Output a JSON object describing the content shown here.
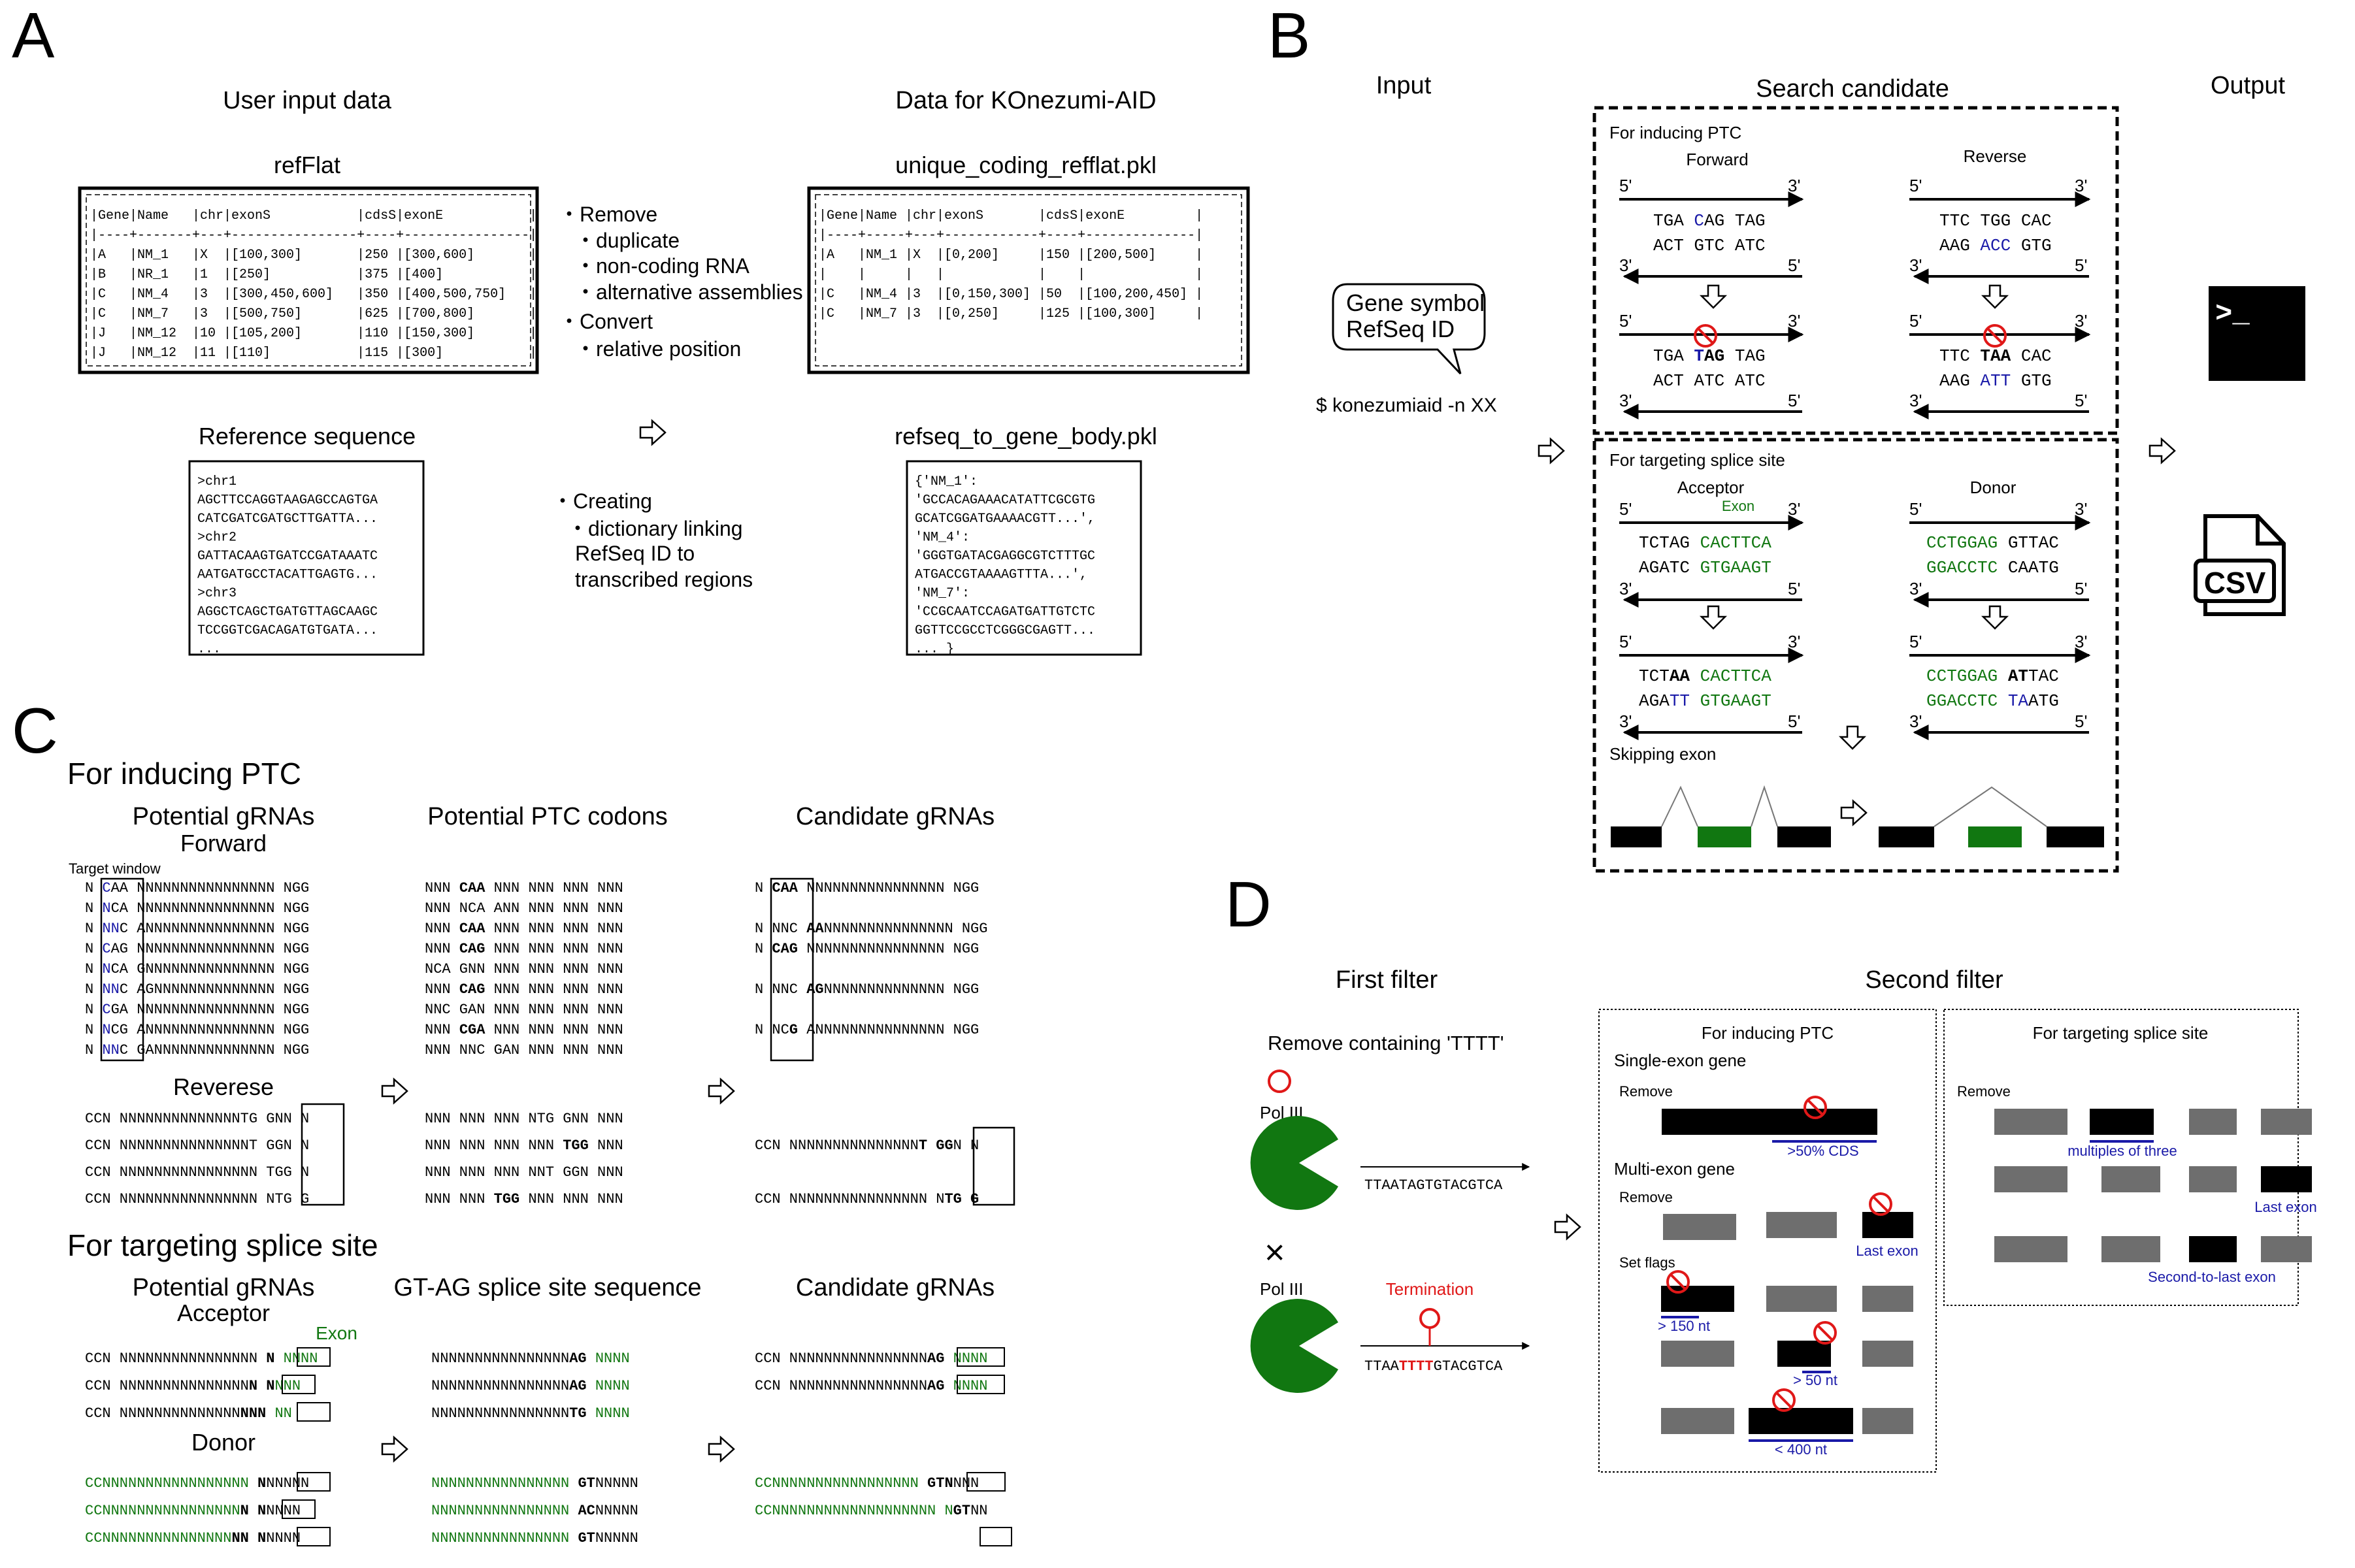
{
  "colors": {
    "black": "#000000",
    "green": "#117711",
    "blue": "#1a1aa8",
    "red": "#e01818",
    "gray": "#6e6e6e"
  },
  "panelA": {
    "label": "A",
    "user_input_title": "User input data",
    "data_title": "Data for KOnezumi-AID",
    "refflat_title": "refFlat",
    "unique_title": "unique_coding_refflat.pkl",
    "ref_title": "Reference sequence",
    "gene_body_title": "refseq_to_gene_body.pkl",
    "refflat_lines": [
      "|Gene|Name   |chr|exonS           |cdsS|exonE           |",
      "|----+-------+---+----------------+----+----------------|",
      "|A   |NM_1   |X  |[100,300]       |250 |[300,600]       |",
      "|B   |NR_1   |1  |[250]           |375 |[400]           |",
      "|C   |NM_4   |3  |[300,450,600]   |350 |[400,500,750]   |",
      "|C   |NM_7   |3  |[500,750]       |625 |[700,800]       |",
      "|J   |NM_12  |10 |[105,200]       |110 |[150,300]       |",
      "|J   |NM_12  |11 |[110]           |115 |[300]           |"
    ],
    "unique_lines": [
      "|Gene|Name |chr|exonS       |cdsS|exonE         |",
      "|----+-----+---+------------+----+--------------|",
      "|A   |NM_1 |X  |[0,200]     |150 |[200,500]     |",
      "|    |     |   |            |    |              |",
      "|C   |NM_4 |3  |[0,150,300] |50  |[100,200,450] |",
      "|C   |NM_7 |3  |[0,250]     |125 |[100,300]     |"
    ],
    "remove_bullets": [
      "・Remove",
      "・duplicate",
      "・non-coding RNA",
      "・alternative assemblies",
      "・Convert",
      "・relative position"
    ],
    "create_bullets": [
      "・Creating",
      "・dictionary linking",
      "RefSeq ID to",
      "transcribed regions"
    ],
    "ref_lines": [
      ">chr1",
      "AGCTTCCAGGTAAGAGCCAGTGA",
      "CATCGATCGATGCTTGATTA...",
      ">chr2",
      "GATTACAAGTGATCCGATAAATC",
      "AATGATGCCTACATTGAGTG...",
      ">chr3",
      "AGGCTCAGCTGATGTTAGCAAGC",
      "TCCGGTCGACAGATGTGATA...",
      "..."
    ],
    "gene_body_lines": [
      "{'NM_1':",
      "'GCCACAGAAACATATTCGCGTG",
      "GCATCGGATGAAAACGTT...',",
      "'NM_4':",
      "'GGGTGATACGAGGCGTCTTTGC",
      "ATGACCGTAAAAGTTTA...',",
      "'NM_7':",
      "'CCGCAATCCAGATGATTGTCTC",
      "GGTTCCGCCTCGGGCGAGTT...",
      "... }"
    ]
  },
  "panelB": {
    "label": "B",
    "input": "Input",
    "search": "Search candidate",
    "output": "Output",
    "bubble1": "Gene symbol",
    "bubble2": "RefSeq ID",
    "command": "$ konezumiaid -n  XX",
    "ptc_title": "For inducing PTC",
    "forward": "Forward",
    "reverse": "Reverse",
    "five": "5'",
    "three": "3'",
    "fw_top": [
      "TGA",
      "C",
      "AG",
      "TAG"
    ],
    "fw_bot": "ACT GTC ATC",
    "fw_top2": [
      "TGA",
      "T",
      "AG",
      "TAG"
    ],
    "fw_bot2": "ACT ATC ATC",
    "rv_top": "TTC TGG CAC",
    "rv_bot": [
      "AAG",
      "ACC",
      "GTG"
    ],
    "rv_top2": [
      "TTC",
      "TAA",
      "CAC"
    ],
    "rv_bot2": [
      "AAG",
      "ATT",
      "GTG"
    ],
    "splice_title": "For targeting splice site",
    "acceptor": "Acceptor",
    "donor": "Donor",
    "exon": "Exon",
    "acc_top": [
      "TCTAG",
      "CACTTCA"
    ],
    "acc_bot": [
      "AGATC",
      "GTGAAGT"
    ],
    "acc_top2": [
      "TCT",
      "AA",
      "CACTTCA"
    ],
    "acc_bot2": [
      "AGA",
      "TT",
      "GTGAAGT"
    ],
    "don_top": [
      "CCTGGAG",
      "GTTAC"
    ],
    "don_bot": [
      "GGACCTC",
      "CAATG"
    ],
    "don_top2": [
      "CCTGGAG",
      "AT",
      "TAC"
    ],
    "don_bot2": [
      "GGACCTC",
      "TA",
      "ATG"
    ],
    "skipping": "Skipping exon",
    "terminal_icon": ">_",
    "csv_label": "CSV"
  },
  "panelC": {
    "label": "C",
    "ptc_header": "For inducing PTC",
    "splice_header": "For targeting splice site",
    "col1": "Potential gRNAs",
    "col2": "Potential PTC codons",
    "col3": "Candidate gRNAs",
    "col2b": "GT-AG splice site sequence",
    "forward": "Forward",
    "reverse": "Reverese",
    "target_window": "Target window",
    "acceptor": "Acceptor",
    "donor": "Donor",
    "exon": "Exon",
    "fw_rows": [
      [
        "N ",
        "C",
        "AA",
        " NNNNNNNNNNNNNNNN NGG"
      ],
      [
        "N ",
        "N",
        "CA",
        " NNNNNNNNNNNNNNNN NGG"
      ],
      [
        "N ",
        "NN",
        "C",
        " ANNNNNNNNNNNNNNN NGG"
      ],
      [
        "N ",
        "C",
        "AG",
        " NNNNNNNNNNNNNNNN NGG"
      ],
      [
        "N ",
        "N",
        "CA",
        " GNNNNNNNNNNNNNNN NGG"
      ],
      [
        "N ",
        "NN",
        "C",
        " AGNNNNNNNNNNNNNN NGG"
      ],
      [
        "N ",
        "C",
        "GA",
        " NNNNNNNNNNNNNNNN NGG"
      ],
      [
        "N ",
        "N",
        "CG",
        " ANNNNNNNNNNNNNNN NGG"
      ],
      [
        "N ",
        "NN",
        "C",
        " GANNNNNNNNNNNNNN NGG"
      ]
    ],
    "fw_codons": [
      [
        "NNN ",
        "CAA",
        " NNN NNN NNN NNN"
      ],
      [
        "NNN NCA ANN NNN NNN NNN",
        "",
        ""
      ],
      [
        "NNN ",
        "CAA",
        " NNN NNN NNN NNN"
      ],
      [
        "NNN ",
        "CAG",
        " NNN NNN NNN NNN"
      ],
      [
        "NCA GNN NNN NNN NNN NNN",
        "",
        ""
      ],
      [
        "NNN ",
        "CAG",
        " NNN NNN NNN NNN"
      ],
      [
        "NNC GAN NNN NNN NNN NNN",
        "",
        ""
      ],
      [
        "NNN ",
        "CGA",
        " NNN NNN NNN NNN"
      ],
      [
        "NNN NNC GAN NNN NNN NNN",
        "",
        ""
      ]
    ],
    "fw_cands": [
      [
        "N ",
        "CAA",
        " NNNNNNNNNNNNNNNN NGG"
      ],
      [
        "",
        "",
        ""
      ],
      [
        "N NNC ",
        "AA",
        "NNNNNNNNNNNNNNN NGG"
      ],
      [
        "N ",
        "CAG",
        " NNNNNNNNNNNNNNNN NGG"
      ],
      [
        "",
        "",
        ""
      ],
      [
        "N NNC ",
        "AG",
        "NNNNNNNNNNNNNN NGG"
      ],
      [
        "",
        "",
        ""
      ],
      [
        "N NC",
        "G",
        " ANNNNNNNNNNNNNNN NGG"
      ],
      [
        "",
        "",
        ""
      ]
    ],
    "rv_rows": [
      "CCN NNNNNNNNNNNNNNTG GNN N",
      "CCN NNNNNNNNNNNNNNNT GGN N",
      "CCN NNNNNNNNNNNNNNNN TGG N",
      "CCN NNNNNNNNNNNNNNNN NTG G"
    ],
    "rv_codons": [
      [
        "NNN NNN NNN NTG GNN NNN",
        "",
        ""
      ],
      [
        "NNN NNN NNN NNN ",
        "TGG",
        " NNN"
      ],
      [
        "NNN NNN NNN NNT GGN NNN",
        "",
        ""
      ],
      [
        "NNN NNN ",
        "TGG",
        " NNN NNN NNN"
      ]
    ],
    "rv_cands": [
      [
        "",
        "",
        ""
      ],
      [
        "CCN NNNNNNNNNNNNNNN",
        "T GG",
        "N N"
      ],
      [
        "",
        "",
        ""
      ],
      [
        "CCN NNNNNNNNNNNNNNNN N",
        "TG G",
        ""
      ]
    ],
    "acc_rows": [
      [
        "CCN NNNNNNNNNNNNNNNN ",
        "N",
        " NNNN"
      ],
      [
        "CCN NNNNNNNNNNNNNNN",
        "N N",
        "NNN"
      ],
      [
        "CCN NNNNNNNNNNNNNN",
        "NNN",
        " NN"
      ]
    ],
    "acc_mid": [
      [
        "NNNNNNNNNNNNNNNN",
        "AG",
        " NNNN"
      ],
      [
        "NNNNNNNNNNNNNNNN",
        "AG",
        " NNNN"
      ],
      [
        "NNNNNNNNNNNNNNNN",
        "TG",
        " NNNN"
      ]
    ],
    "acc_cands": [
      [
        "CCN NNNNNNNNNNNNNNNN",
        "AG",
        " NNNN"
      ],
      [
        "CCN NNNNNNNNNNNNNNNN",
        "AG",
        " NNNN"
      ]
    ],
    "don_rows": [
      [
        "CCNNNNNNNNNNNNNNNNN ",
        "N",
        "NNNNN"
      ],
      [
        "CCNNNNNNNNNNNNNNNN",
        "N N",
        "NNNN"
      ],
      [
        "CCNNNNNNNNNNNNNNN",
        "NN N",
        "NNNN"
      ]
    ],
    "don_mid": [
      [
        "NNNNNNNNNNNNNNNN ",
        "GT",
        "NNNNN"
      ],
      [
        "NNNNNNNNNNNNNNNN ",
        "AC",
        "NNNNN"
      ],
      [
        "NNNNNNNNNNNNNNNN ",
        "GT",
        "NNNNN"
      ]
    ],
    "don_cands": [
      [
        "CCNNNNNNNNNNNNNNNNN ",
        "GTN",
        "NNN"
      ],
      [
        "CCNNNNNNNNNNNNNNNNNNN N",
        "GT",
        "NN"
      ]
    ]
  },
  "panelD": {
    "label": "D",
    "first_filter": "First filter",
    "second_filter": "Second filter",
    "remove_tttt": "Remove containing 'TTTT'",
    "pol3": "Pol III",
    "termination": "Termination",
    "seq_ok": "TTAATAGTGTACGTCA",
    "seq_bad": [
      "TTAA",
      "TTTT",
      "GTACGTCA"
    ],
    "cross": "×",
    "ptc_box": "For inducing PTC",
    "splice_box": "For targeting splice site",
    "single_exon": "Single-exon gene",
    "multi_exon": "Multi-exon gene",
    "remove": "Remove",
    "set_flags": "Set flags",
    "cds50": ">50% CDS",
    "last_exon": "Last exon",
    "nt150": "> 150 nt",
    "nt50": "> 50 nt",
    "nt400": "< 400 nt",
    "multiples": "multiples of three",
    "last_exon2": "Last exon",
    "second_last": "Second-to-last exon"
  }
}
